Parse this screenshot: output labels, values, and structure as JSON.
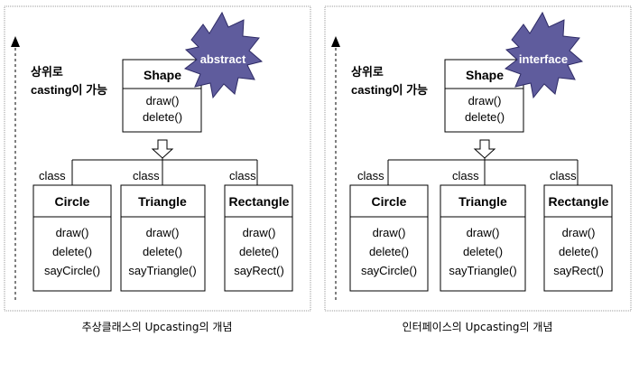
{
  "panels": [
    {
      "side_note_line1": "상위로",
      "side_note_line2": "casting이 가능",
      "parent": {
        "name": "Shape",
        "methods": [
          "draw()",
          "delete()"
        ]
      },
      "badge": "abstract",
      "children": [
        {
          "tag": "class",
          "name": "Circle",
          "methods": [
            "draw()",
            "delete()",
            "sayCircle()"
          ]
        },
        {
          "tag": "class",
          "name": "Triangle",
          "methods": [
            "draw()",
            "delete()",
            "sayTriangle()"
          ]
        },
        {
          "tag": "class",
          "name": "Rectangle",
          "methods": [
            "draw()",
            "delete()",
            "sayRect()"
          ]
        }
      ],
      "caption": "추상클래스의 Upcasting의 개념"
    },
    {
      "side_note_line1": "상위로",
      "side_note_line2": "casting이 가능",
      "parent": {
        "name": "Shape",
        "methods": [
          "draw()",
          "delete()"
        ]
      },
      "badge": "interface",
      "children": [
        {
          "tag": "class",
          "name": "Circle",
          "methods": [
            "draw()",
            "delete()",
            "sayCircle()"
          ]
        },
        {
          "tag": "class",
          "name": "Triangle",
          "methods": [
            "draw()",
            "delete()",
            "sayTriangle()"
          ]
        },
        {
          "tag": "class",
          "name": "Rectangle",
          "methods": [
            "draw()",
            "delete()",
            "sayRect()"
          ]
        }
      ],
      "caption": "인터페이스의 Upcasting의 개념"
    }
  ],
  "colors": {
    "badge_fill": "#5f5c9d",
    "badge_stroke": "#2e2b66",
    "frame": "#9a9a9a"
  }
}
